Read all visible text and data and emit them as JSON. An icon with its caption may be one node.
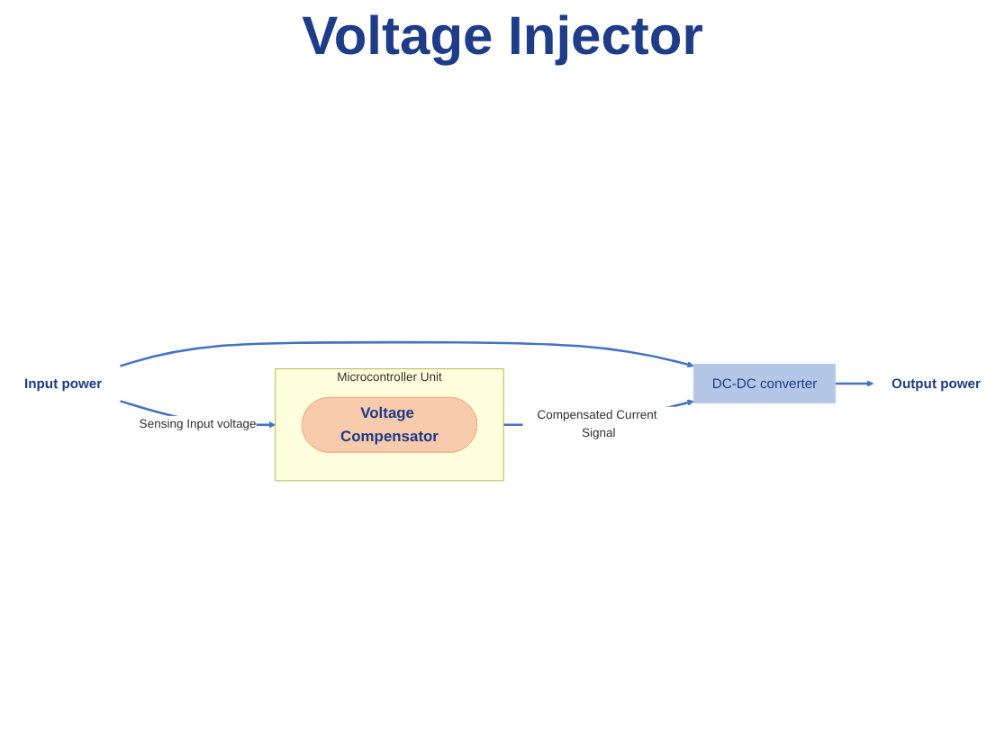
{
  "diagram": {
    "title": "Voltage Injector",
    "nodes": [
      {
        "text": [
          "Input power"
        ]
      },
      {
        "text": [
          "DC-DC converter"
        ]
      },
      {
        "text": [
          "Output power"
        ]
      },
      {
        "text": [
          "Microcontroller Unit"
        ]
      },
      {
        "text": [
          "Voltage Compensator"
        ],
        "in": 3
      }
    ],
    "edges": [
      {
        "from": 0,
        "to": 1,
        "arrow": "to"
      },
      {
        "from": 1,
        "to": 2,
        "arrow": "to"
      },
      {
        "from": 3,
        "to": 1,
        "arrow": "to",
        "label": "Compensated Current Signal"
      },
      {
        "from": 0,
        "to": 3,
        "arrow": "to",
        "label": "Sensing Input voltage"
      }
    ]
  }
}
